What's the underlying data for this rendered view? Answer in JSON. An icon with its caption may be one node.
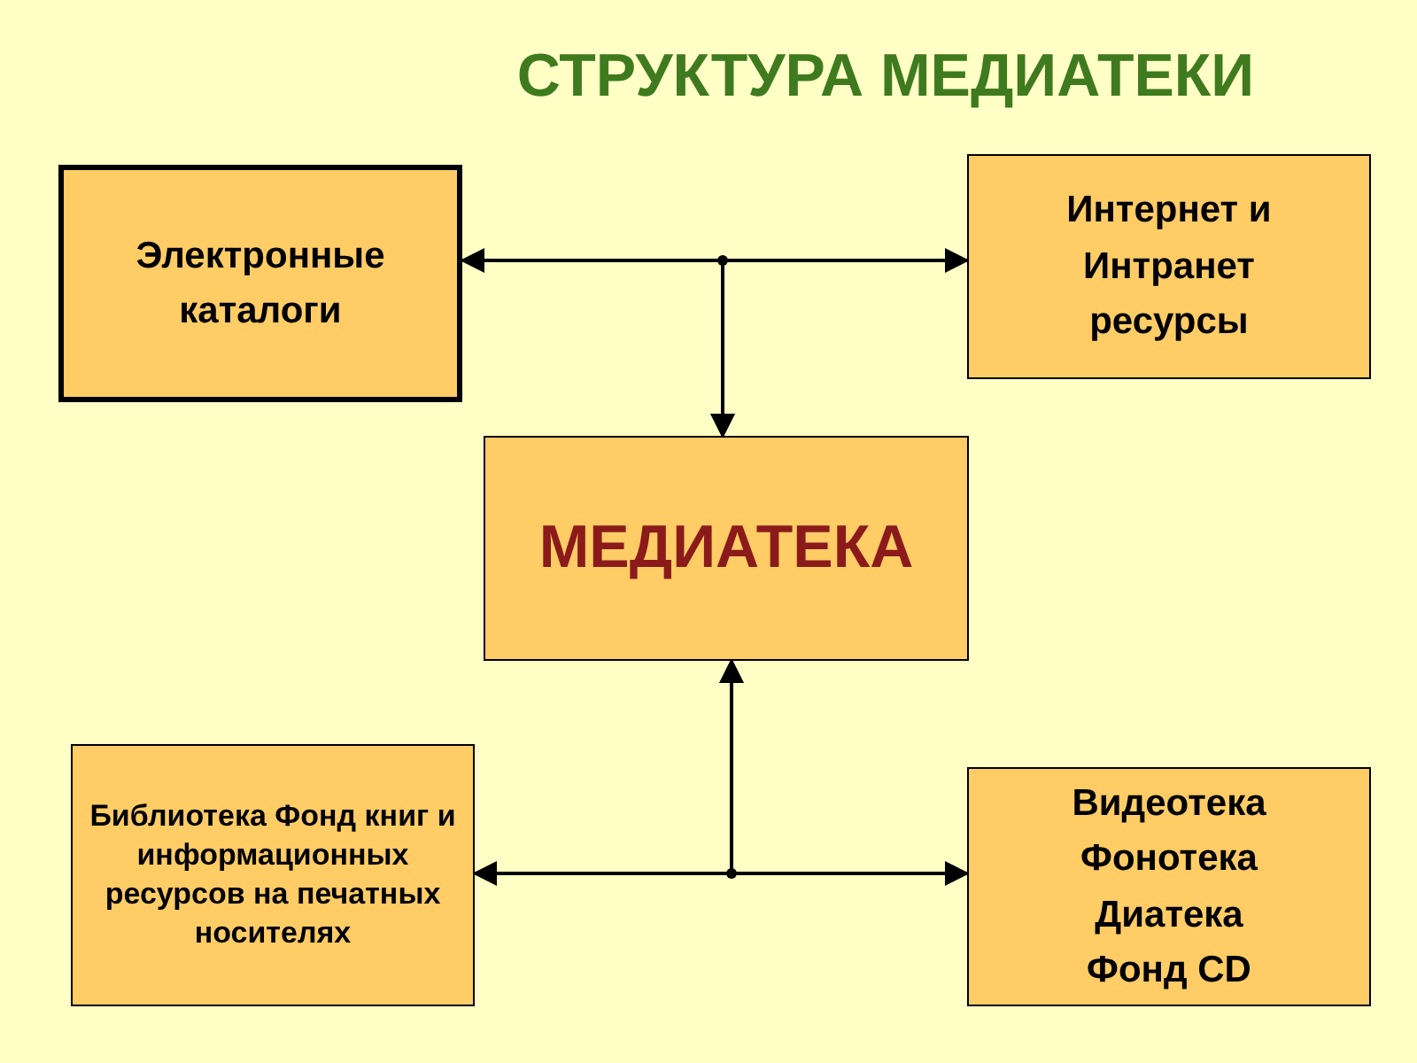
{
  "diagram": {
    "title": "СТРУКТУРА МЕДИАТЕКИ",
    "nodes": [
      {
        "text": [
          "Электронные каталоги"
        ]
      },
      {
        "text": [
          "МЕДИАТЕКА"
        ]
      },
      {
        "text": [
          "Интернет и Интранет ресурсы"
        ]
      },
      {
        "text": [
          "Библиотека Фонд книг и информационных ресурсов на печатных носителях"
        ]
      },
      {
        "text": [
          "Видеотека Фонотека Диатека Фонд CD"
        ]
      }
    ],
    "edges": [
      {
        "from": 0,
        "to": 1,
        "arrow": "both"
      },
      {
        "from": 2,
        "to": 1,
        "arrow": "both"
      },
      {
        "from": 3,
        "to": 1,
        "arrow": "both"
      },
      {
        "from": 4,
        "to": 1,
        "arrow": "both"
      }
    ]
  }
}
